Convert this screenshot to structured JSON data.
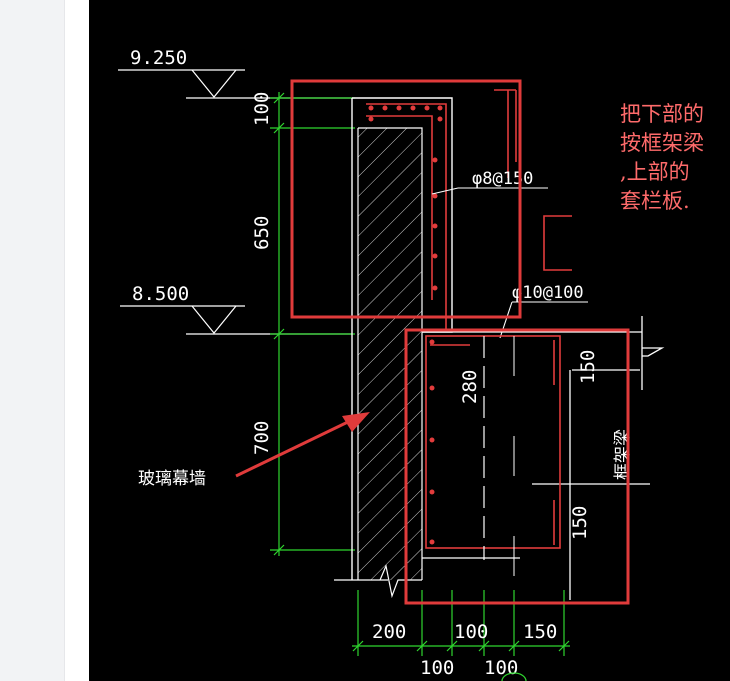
{
  "levels": {
    "top": "9.250",
    "middle": "8.500"
  },
  "vertical_dims": [
    "100",
    "650",
    "700"
  ],
  "inner_dims": {
    "beam_depth": "280",
    "upper": "150",
    "lower": "150"
  },
  "bottom_dims": {
    "row1": [
      "200",
      "100",
      "150"
    ],
    "row2": [
      "100",
      "100"
    ]
  },
  "rebar": {
    "upper": "φ8@150",
    "lower": "φ10@100"
  },
  "labels": {
    "curtain_wall": "玻璃幕墙",
    "frame_beam": "框架梁"
  },
  "note_lines": [
    "把下部的",
    "按框架梁",
    ",上部的",
    "套栏板."
  ],
  "colors": {
    "highlight": "#e03b3b",
    "dimension": "#2fd62f",
    "note": "#ff6b6b",
    "rebar": "#e23c3c"
  }
}
